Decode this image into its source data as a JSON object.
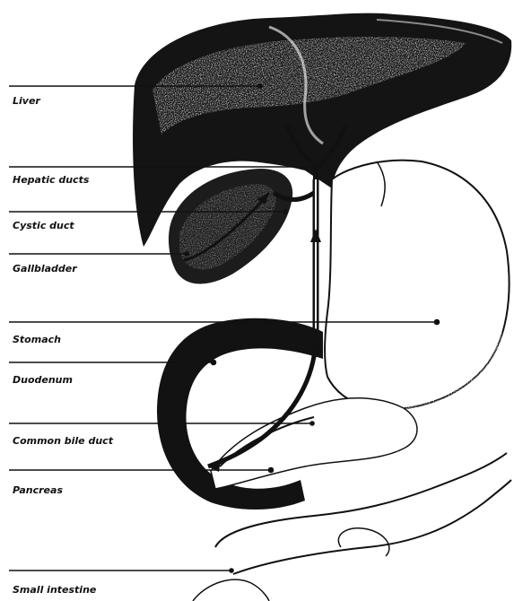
{
  "labels": {
    "liver": "Liver",
    "hepatic_ducts": "Hepatic ducts",
    "cystic_duct": "Cystic duct",
    "gallbladder": "Gallbladder",
    "stomach": "Stomach",
    "duodenum": "Duodenum",
    "common_bile_duct": "Common bile duct",
    "pancreas": "Pancreas",
    "small_intestine": "Small intestine"
  },
  "colors": {
    "ink": "#111111",
    "paper": "#ffffff"
  }
}
